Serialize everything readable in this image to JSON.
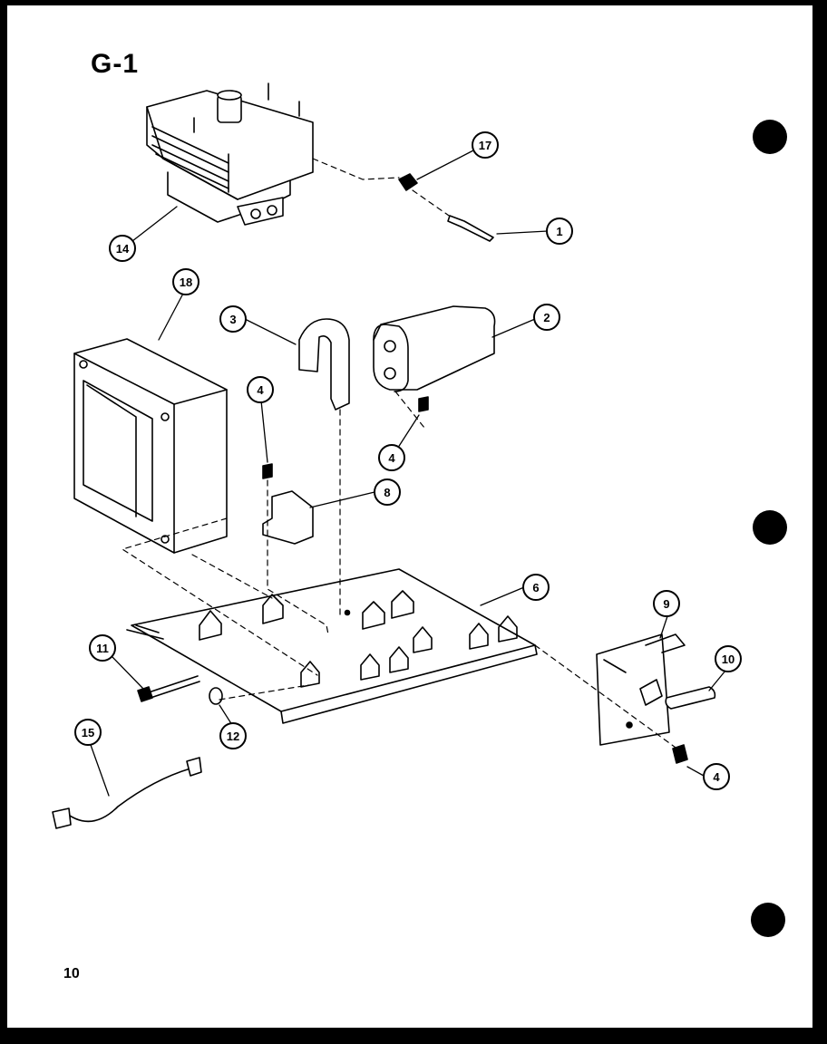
{
  "page": {
    "title": "G-1",
    "page_number": "10"
  },
  "callouts": [
    {
      "id": "c17",
      "label": "17"
    },
    {
      "id": "c1",
      "label": "1"
    },
    {
      "id": "c14",
      "label": "14"
    },
    {
      "id": "c18",
      "label": "18"
    },
    {
      "id": "c3",
      "label": "3"
    },
    {
      "id": "c2",
      "label": "2"
    },
    {
      "id": "c4a",
      "label": "4"
    },
    {
      "id": "c4b",
      "label": "4"
    },
    {
      "id": "c8",
      "label": "8"
    },
    {
      "id": "c6",
      "label": "6"
    },
    {
      "id": "c9",
      "label": "9"
    },
    {
      "id": "c10",
      "label": "10"
    },
    {
      "id": "c11",
      "label": "11"
    },
    {
      "id": "c12",
      "label": "12"
    },
    {
      "id": "c15",
      "label": "15"
    },
    {
      "id": "c4c",
      "label": "4"
    }
  ]
}
